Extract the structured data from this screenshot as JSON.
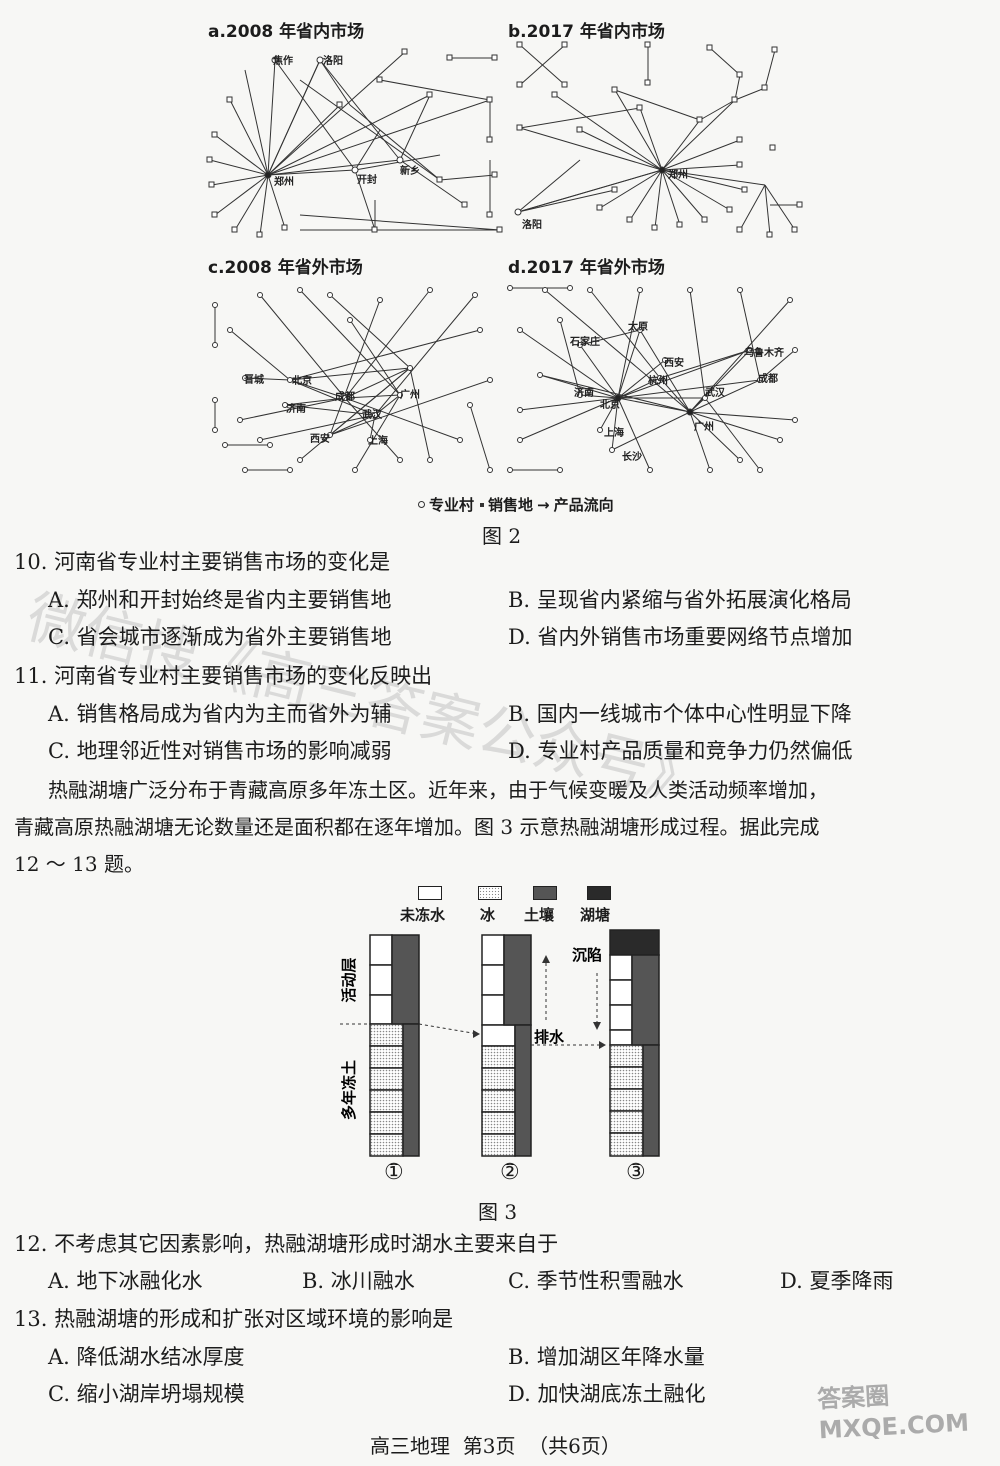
{
  "figure2": {
    "panel_a_title": "a.2008 年省内市场",
    "panel_b_title": "b.2017 年省内市场",
    "panel_c_title": "c.2008 年省外市场",
    "panel_d_title": "d.2017 年省外市场",
    "panel_a_cities": [
      "焦作",
      "洛阳",
      "郑州",
      "开封",
      "新乡"
    ],
    "panel_b_cities": [
      "郑州",
      "洛阳"
    ],
    "panel_c_cities": [
      "晋城",
      "北京",
      "济南",
      "成都",
      "武汉",
      "广州",
      "西安",
      "上海"
    ],
    "panel_d_cities": [
      "太原",
      "石家庄",
      "西安",
      "乌鲁木齐",
      "杭州",
      "济南",
      "北京",
      "武汉",
      "成都",
      "上海",
      "广州",
      "长沙"
    ],
    "legend": {
      "village": "专业村",
      "sales": "销售地",
      "flow": "产品流向"
    },
    "caption": "图 2"
  },
  "questions_block1": [
    {
      "stem": "10. 河南省专业村主要销售市场的变化是",
      "options": [
        "A. 郑州和开封始终是省内主要销售地",
        "B. 呈现省内紧缩与省外拓展演化格局",
        "C. 省会城市逐渐成为省外主要销售地",
        "D. 省内外销售市场重要网络节点增加"
      ]
    },
    {
      "stem": "11. 河南省专业村主要销售市场的变化反映出",
      "options": [
        "A. 销售格局成为省内为主而省外为辅",
        "B. 国内一线城市个体中心性明显下降",
        "C. 地理邻近性对销售市场的影响减弱",
        "D. 专业村产品质量和竞争力仍然偏低"
      ]
    }
  ],
  "passage": [
    "热融湖塘广泛分布于青藏高原多年冻土区。近年来，由于气候变暖及人类活动频率增加，",
    "青藏高原热融湖塘无论数量还是面积都在逐年增加。图 3 示意热融湖塘形成过程。据此完成",
    "12 ～ 13 题。"
  ],
  "figure3": {
    "legend": [
      "未冻水",
      "冰",
      "土壤",
      "湖塘"
    ],
    "layer_active": "活动层",
    "layer_permafrost": "多年冻土",
    "label_drain": "排水",
    "label_subside": "沉陷",
    "stages": [
      "①",
      "②",
      "③"
    ],
    "caption": "图  3"
  },
  "questions_block2": [
    {
      "stem": "12. 不考虑其它因素影响，热融湖塘形成时湖水主要来自于",
      "options": [
        "A. 地下冰融化水",
        "B. 冰川融水",
        "C. 季节性积雪融水",
        "D. 夏季降雨"
      ]
    },
    {
      "stem": "13. 热融湖塘的形成和扩张对区域环境的影响是",
      "options": [
        "A. 降低湖水结冰厚度",
        "B. 增加湖区年降水量",
        "C. 缩小湖岸坍塌规模",
        "D. 加快湖底冻土融化"
      ]
    }
  ],
  "footer": "高三地理  第3页  （共6页）",
  "watermark": "微信搜《高三答案公众号》",
  "logo_text": "答案圈 MXQE.COM"
}
